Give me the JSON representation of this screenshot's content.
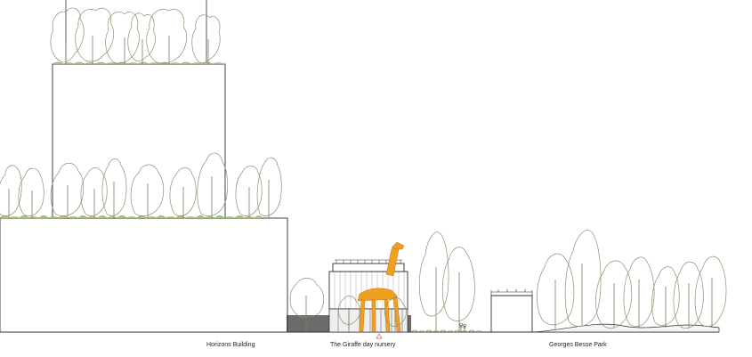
{
  "labels": {
    "horizons": "Horizons Building",
    "giraffe": "The Giraffe day nursery",
    "park": "Georges Besse Park"
  },
  "colors": {
    "giraffe": "#f0a020",
    "tree_outline": "#8e9270",
    "green_roof": "#7aa052",
    "ink": "#2d2d2d"
  }
}
